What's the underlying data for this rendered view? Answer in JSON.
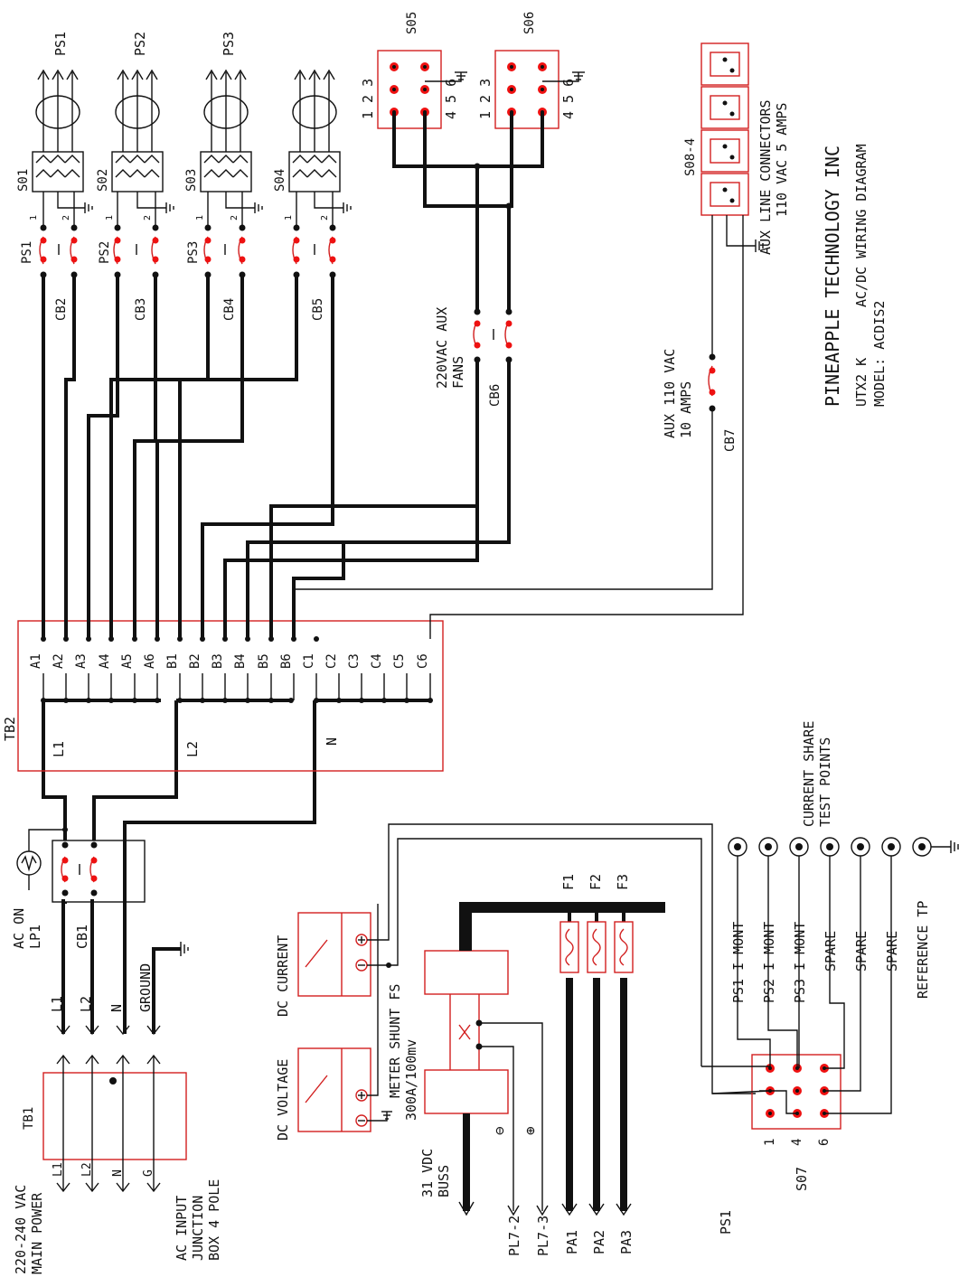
{
  "company": "PINEAPPLE TECHNOLOGY INC",
  "model_line1": "UTX2 K",
  "model_line2": "MODEL: ACDIS2",
  "doc_title": "AC/DC WIRING DIAGRAM",
  "main_power": [
    "220-240 VAC",
    "MAIN POWER"
  ],
  "junction": [
    "AC INPUT",
    "JUNCTION",
    "BOX 4 POLE"
  ],
  "tb1": {
    "name": "TB1",
    "terminals": [
      "L1",
      "L2",
      "N",
      "G"
    ]
  },
  "mains_labels": [
    "L1",
    "L2",
    "N",
    "GROUND"
  ],
  "ac_on": [
    "AC ON",
    "LP1"
  ],
  "cb1": "CB1",
  "tb2": {
    "name": "TB2",
    "terminals": [
      "A1",
      "A2",
      "A3",
      "A4",
      "A5",
      "A6",
      "B1",
      "B2",
      "B3",
      "B4",
      "B5",
      "B6",
      "C1",
      "C2",
      "C3",
      "C4",
      "C5",
      "C6"
    ],
    "buses": [
      "L1",
      "L2",
      "N"
    ]
  },
  "breakers": [
    {
      "name": "CB2",
      "ps": "PS1",
      "sock": "S01",
      "out": "PS1"
    },
    {
      "name": "CB3",
      "ps": "PS2",
      "sock": "S02",
      "out": "PS2"
    },
    {
      "name": "CB4",
      "ps": "PS3",
      "sock": "S03",
      "out": "PS3"
    },
    {
      "name": "CB5",
      "ps": "",
      "sock": "S04",
      "out": ""
    }
  ],
  "pin_nums": [
    "1",
    "2"
  ],
  "s05": {
    "name": "S05",
    "row1": "1 2 3",
    "row2": "4 5 6"
  },
  "s06": {
    "name": "S06",
    "row1": "1 2 3",
    "row2": "4 5 6"
  },
  "fans": {
    "label": [
      "220VAC AUX",
      "FANS"
    ],
    "cb": "CB6"
  },
  "aux110": {
    "label": [
      "AUX 110 VAC",
      "10 AMPS"
    ],
    "cb": "CB7"
  },
  "s08": {
    "name": "S08-4",
    "label": [
      "AUX LINE CONNECTORS",
      "110 VAC 5 AMPS"
    ]
  },
  "meters": {
    "dc_current": "DC CURRENT",
    "dc_voltage": "DC VOLTAGE"
  },
  "shunt": [
    "METER SHUNT FS",
    "300A/100mv"
  ],
  "buss": [
    "31 VDC",
    "BUSS"
  ],
  "polarity": [
    "⊖",
    "⊕"
  ],
  "pl_connectors": [
    "PL7-2",
    "PL7-3"
  ],
  "fuses": [
    "F1",
    "F2",
    "F3"
  ],
  "pa_outputs": [
    "PA1",
    "PA2",
    "PA3"
  ],
  "current_share": [
    "CURRENT SHARE",
    "TEST POINTS"
  ],
  "test_points": [
    "PS1 I MONT",
    "PS2 I MONT",
    "PS3 I MONT",
    "SPARE",
    "SPARE",
    "SPARE",
    "REFERENCE TP"
  ],
  "s07": {
    "name": "S07",
    "pins": [
      "1",
      "4",
      "6"
    ]
  },
  "ps1_bottom": "PS1"
}
